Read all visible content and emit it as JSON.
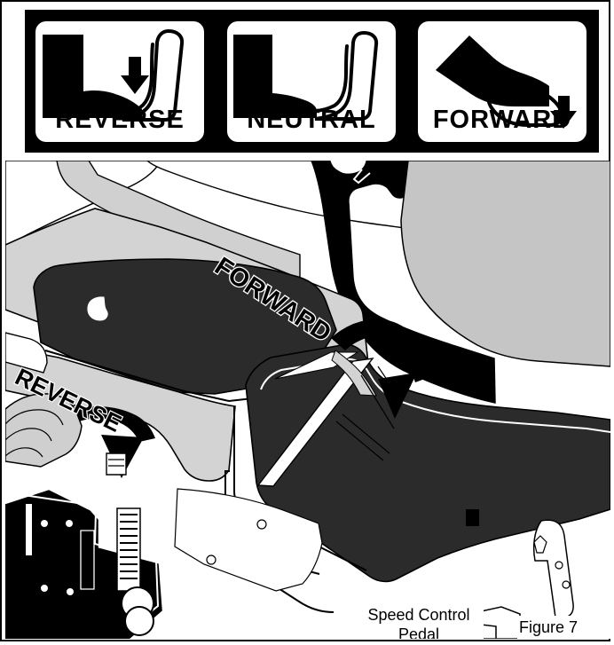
{
  "figure": {
    "label": "Figure 7"
  },
  "banner": {
    "items": [
      {
        "label": "REVERSE",
        "icon": "foot-heel-down-icon"
      },
      {
        "label": "NEUTRAL",
        "icon": "foot-resting-icon"
      },
      {
        "label": "FORWARD",
        "icon": "foot-toe-down-icon"
      }
    ]
  },
  "scene": {
    "forward_label": "FORWARD",
    "reverse_label": "REVERSE",
    "callout_line1": "Speed Control",
    "callout_line2": "Pedal"
  },
  "colors": {
    "ink": "#000000",
    "paper": "#ffffff",
    "gray_light": "#d9d9d9",
    "gray_mid": "#a6a6a6",
    "gray_dark": "#6f6f6f"
  }
}
